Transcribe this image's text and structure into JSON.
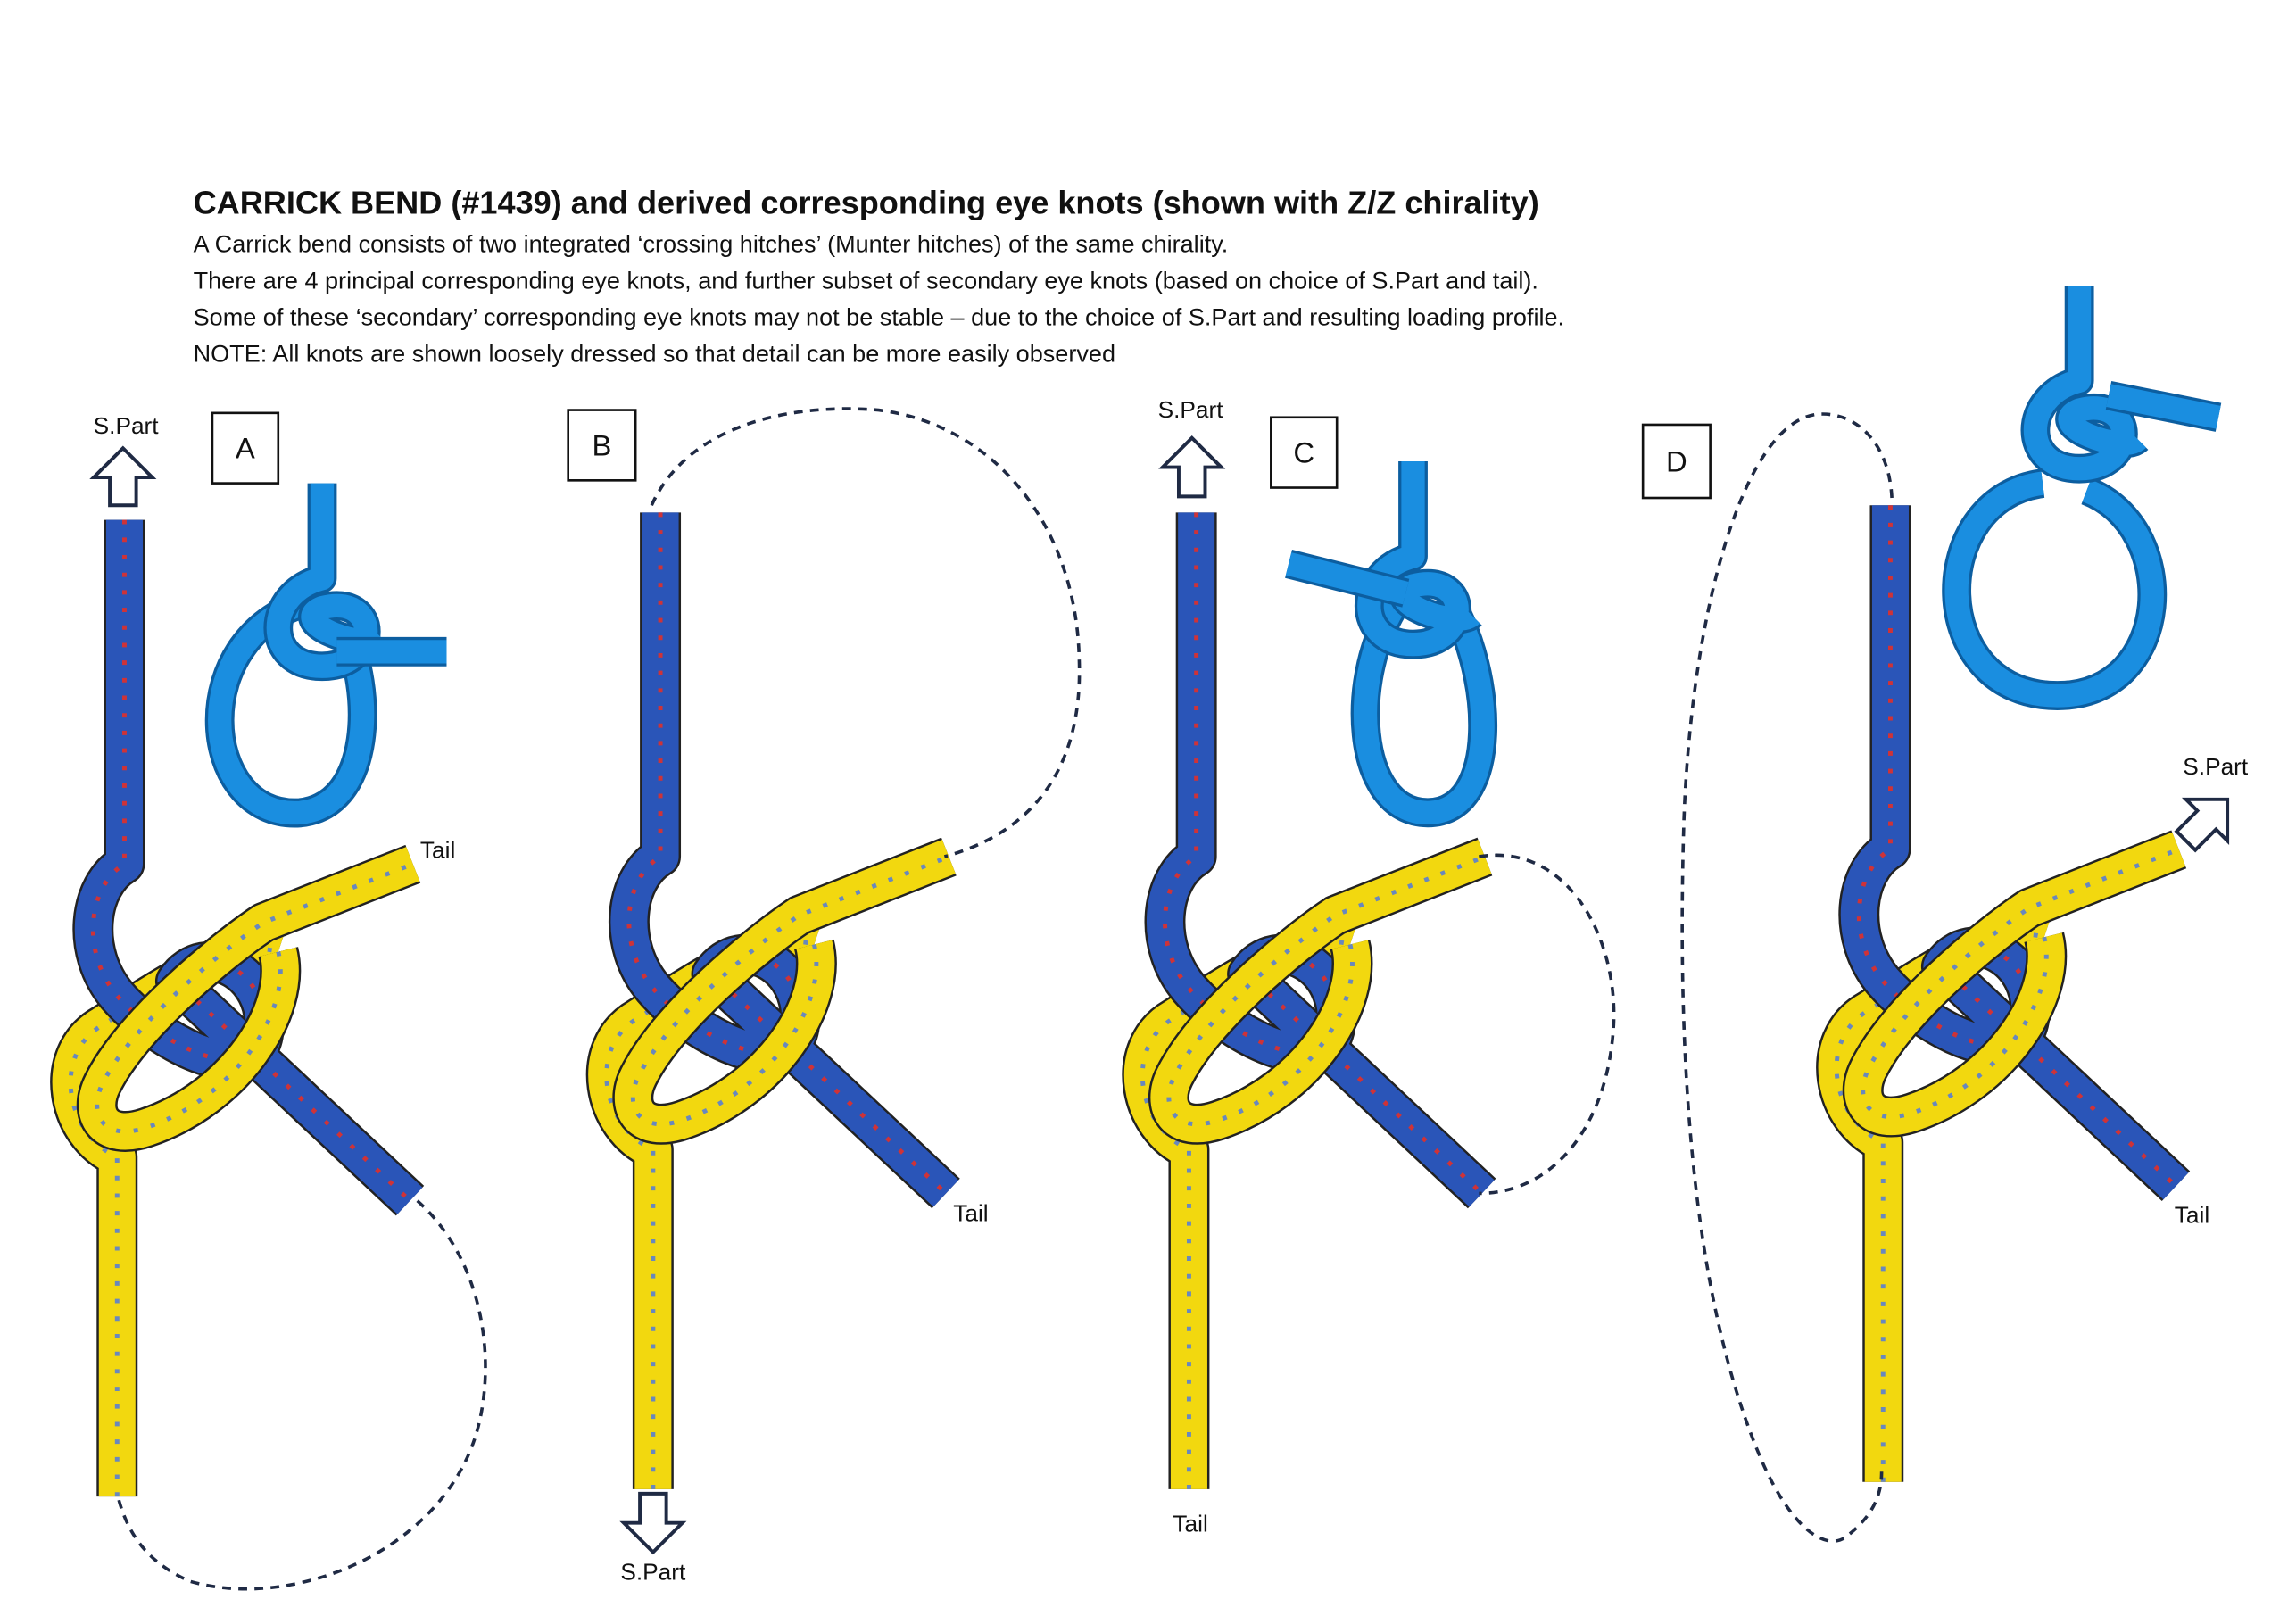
{
  "header": {
    "title": "CARRICK BEND (#1439) and derived corresponding eye knots (shown with Z/Z chirality)",
    "lines": [
      "A Carrick bend consists of two integrated ‘crossing hitches’ (Munter hitches) of the same chirality.",
      "There are 4 principal corresponding eye knots, and further subset of secondary eye knots (based on choice of S.Part and tail).",
      "Some of these ‘secondary’ corresponding eye knots may not be stable – due to the choice of S.Part and resulting loading profile.",
      "NOTE: All knots are shown loosely dressed so that detail can be more easily observed"
    ]
  },
  "panels": [
    {
      "letter": "A",
      "spart": "S.Part",
      "tail": "Tail"
    },
    {
      "letter": "B",
      "spart": "S.Part",
      "tail": "Tail"
    },
    {
      "letter": "C",
      "spart": "S.Part",
      "tail": "Tail"
    },
    {
      "letter": "D",
      "spart": "S.Part",
      "tail": "Tail"
    }
  ],
  "colors": {
    "blue_rope": "#2a55b8",
    "yellow_rope": "#f2d80f",
    "eye_rope": "#1a8ee0",
    "fleck_red": "#e0302a",
    "dash": "#1f2a44"
  }
}
